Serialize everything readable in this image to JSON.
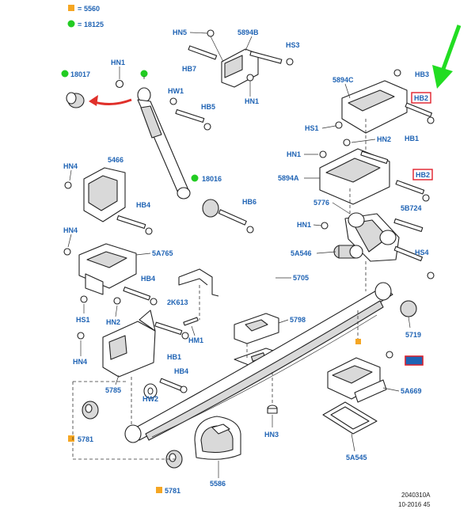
{
  "legend": [
    {
      "marker": "orange-square",
      "color": "#f5a623",
      "code": "5560"
    },
    {
      "marker": "green-dot",
      "color": "#22cc22",
      "code": "18125"
    }
  ],
  "labels": {
    "HN5": "HN5",
    "5894B": "5894B",
    "HS3": "HS3",
    "HB7": "HB7",
    "HN1_top": "HN1",
    "18017": "18017",
    "HN1_a": "HN1",
    "HW1": "HW1",
    "HB5": "HB5",
    "5894C": "5894C",
    "HB3": "HB3",
    "HB2_a": "HB2",
    "HS1_a": "HS1",
    "HN1_b": "HN1",
    "HN2_a": "HN2",
    "HB1_a": "HB1",
    "5894A": "5894A",
    "HB2_b": "HB2",
    "HN4_a": "HN4",
    "5466": "5466",
    "18016": "18016",
    "HB4_a": "HB4",
    "HB6": "HB6",
    "5776": "5776",
    "5B724": "5B724",
    "HN1_c": "HN1",
    "HN4_b": "HN4",
    "5A765": "5A765",
    "5A546": "5A546",
    "HS4": "HS4",
    "HB4_b": "HB4",
    "5705": "5705",
    "2K613": "2K613",
    "HS1_b": "HS1",
    "HN2_b": "HN2",
    "5798": "5798",
    "5719": "5719",
    "HM1": "HM1",
    "HN4_c": "HN4",
    "HB1_b": "HB1",
    "HB4_c": "HB4",
    "5785": "5785",
    "HW2": "HW2",
    "5A669": "5A669",
    "5781_a": "5781",
    "HN3": "HN3",
    "5586": "5586",
    "5A545": "5A545",
    "5781_b": "5781"
  },
  "footer": {
    "code": "2040310A",
    "date": "10-2016 45"
  },
  "colors": {
    "label": "#1f63b4",
    "orange": "#f5a623",
    "green": "#22cc22",
    "highlight": "#e0202a",
    "arrow_red": "#e0302a",
    "arrow_green": "#22dd22"
  }
}
